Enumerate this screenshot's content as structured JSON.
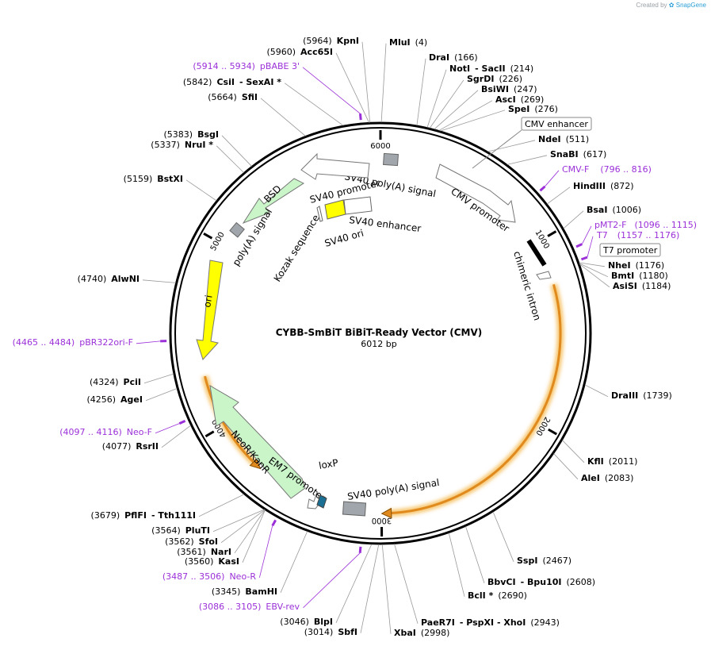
{
  "watermark": {
    "prefix": "Created by",
    "brand": "SnapGene"
  },
  "plasmid": {
    "name": "CYBB-SmBiT BiBiT-Ready Vector (CMV)",
    "size_label": "6012 bp",
    "length": 6012
  },
  "ticks": [
    {
      "pos": 0,
      "label": "6000"
    },
    {
      "pos": 1000,
      "label": "1000"
    },
    {
      "pos": 2000,
      "label": "2000"
    },
    {
      "pos": 3000,
      "label": "3000"
    },
    {
      "pos": 4000,
      "label": "4000"
    },
    {
      "pos": 5000,
      "label": "5000"
    }
  ],
  "sites": [
    {
      "pos": 5964,
      "name": "KpnI",
      "coord": "(5964)"
    },
    {
      "pos": 5960,
      "name": "Acc65I",
      "coord": "(5960)"
    },
    {
      "pos": 5842,
      "name": "CsiI",
      "extra": "- SexAI *",
      "coord": "(5842)"
    },
    {
      "pos": 5664,
      "name": "SfiI",
      "coord": "(5664)"
    },
    {
      "pos": 5383,
      "name": "BsgI",
      "coord": "(5383)"
    },
    {
      "pos": 5337,
      "name": "NruI *",
      "coord": "(5337)"
    },
    {
      "pos": 5159,
      "name": "BstXI",
      "coord": "(5159)"
    },
    {
      "pos": 4740,
      "name": "AlwNI",
      "coord": "(4740)"
    },
    {
      "pos": 4324,
      "name": "PciI",
      "coord": "(4324)"
    },
    {
      "pos": 4256,
      "name": "AgeI",
      "coord": "(4256)"
    },
    {
      "pos": 4077,
      "name": "RsrII",
      "coord": "(4077)"
    },
    {
      "pos": 3679,
      "name": "PflFI",
      "extra": "- Tth111I",
      "coord": "(3679)"
    },
    {
      "pos": 3564,
      "name": "PluTI",
      "coord": "(3564)"
    },
    {
      "pos": 3562,
      "name": "SfoI",
      "coord": "(3562)"
    },
    {
      "pos": 3561,
      "name": "NarI",
      "coord": "(3561)"
    },
    {
      "pos": 3560,
      "name": "KasI",
      "coord": "(3560)"
    },
    {
      "pos": 3345,
      "name": "BamHI",
      "coord": "(3345)"
    },
    {
      "pos": 3046,
      "name": "BlpI",
      "coord": "(3046)"
    },
    {
      "pos": 3014,
      "name": "SbfI",
      "coord": "(3014)"
    },
    {
      "pos": 4,
      "name": "MluI",
      "coord": "(4)"
    },
    {
      "pos": 166,
      "name": "DraI",
      "coord": "(166)"
    },
    {
      "pos": 214,
      "name": "NotI",
      "extra": "- SacII",
      "coord": "(214)"
    },
    {
      "pos": 226,
      "name": "SgrDI",
      "coord": "(226)"
    },
    {
      "pos": 247,
      "name": "BsiWI",
      "coord": "(247)"
    },
    {
      "pos": 269,
      "name": "AscI",
      "coord": "(269)"
    },
    {
      "pos": 276,
      "name": "SpeI",
      "coord": "(276)"
    },
    {
      "pos": 511,
      "name": "NdeI",
      "coord": "(511)"
    },
    {
      "pos": 617,
      "name": "SnaBI",
      "coord": "(617)"
    },
    {
      "pos": 872,
      "name": "HindIII",
      "coord": "(872)"
    },
    {
      "pos": 1006,
      "name": "BsaI",
      "coord": "(1006)"
    },
    {
      "pos": 1176,
      "name": "NheI",
      "coord": "(1176)"
    },
    {
      "pos": 1180,
      "name": "BmtI",
      "coord": "(1180)"
    },
    {
      "pos": 1184,
      "name": "AsiSI",
      "coord": "(1184)"
    },
    {
      "pos": 1739,
      "name": "DraIII",
      "coord": "(1739)"
    },
    {
      "pos": 2011,
      "name": "KflI",
      "coord": "(2011)"
    },
    {
      "pos": 2083,
      "name": "AleI",
      "coord": "(2083)"
    },
    {
      "pos": 2467,
      "name": "SspI",
      "coord": "(2467)"
    },
    {
      "pos": 2608,
      "name": "BbvCI",
      "extra": "- Bpu10I",
      "coord": "(2608)"
    },
    {
      "pos": 2690,
      "name": "BclI *",
      "coord": "(2690)"
    },
    {
      "pos": 2943,
      "name": "PaeR7I",
      "extra": "- PspXI - XhoI",
      "coord": "(2943)"
    },
    {
      "pos": 2998,
      "name": "XbaI",
      "coord": "(2998)"
    }
  ],
  "primers": [
    {
      "pos": 5924,
      "range": "(5914 .. 5934)",
      "name": "pBABE 3'"
    },
    {
      "pos": 806,
      "range": "(796 .. 816)",
      "name": "CMV-F"
    },
    {
      "pos": 1105,
      "range": "(1096 .. 1115)",
      "name": "pMT2-F"
    },
    {
      "pos": 1166,
      "range": "(1157 .. 1176)",
      "name": "T7"
    },
    {
      "pos": 4475,
      "range": "(4465 .. 4484)",
      "name": "pBR322ori-F"
    },
    {
      "pos": 4106,
      "range": "(4097 .. 4116)",
      "name": "Neo-F"
    },
    {
      "pos": 3496,
      "range": "(3487 .. 3506)",
      "name": "Neo-R"
    },
    {
      "pos": 3095,
      "range": "(3086 .. 3105)",
      "name": "EBV-rev"
    }
  ],
  "boxed_labels": [
    "CMV enhancer",
    "T7 promoter"
  ],
  "features": [
    {
      "name": "CMV promoter",
      "color": "#ffffff"
    },
    {
      "name": "chimeric intron",
      "color": "#000000"
    },
    {
      "name": "SV40 poly(A) signal",
      "color": "#a0a6ab"
    },
    {
      "name": "SV40 poly(A) signal",
      "color": "#ffffff"
    },
    {
      "name": "EM7 promoter",
      "color": "#ffffff"
    },
    {
      "name": "loxP",
      "color": "#1a6f93"
    },
    {
      "name": "NeoR/KanR",
      "color": "#c9f5c9"
    },
    {
      "name": "ori",
      "color": "#ffff00"
    },
    {
      "name": "poly(A) signal",
      "color": "#a0a6ab"
    },
    {
      "name": "BSD",
      "color": "#c9f5c9"
    },
    {
      "name": "SV40 promoter",
      "color": "#ffffff"
    },
    {
      "name": "SV40 enhancer",
      "color": "#ffffff"
    },
    {
      "name": "SV40 ori",
      "color": "#ffff00"
    },
    {
      "name": "Kozak sequence",
      "color": "#ffffff"
    }
  ],
  "colors": {
    "primer": "#9b30d9",
    "insert": "#e08a1e",
    "ring": "#000000"
  }
}
